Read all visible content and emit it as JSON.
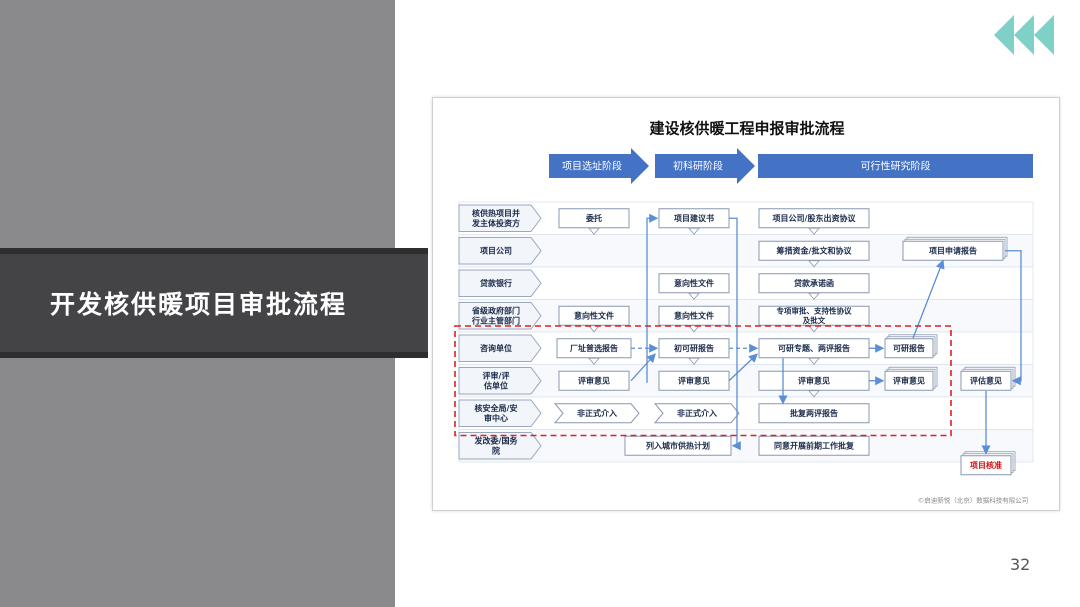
{
  "slide": {
    "title": "开发核供暖项目审批流程",
    "page_number": "32"
  },
  "diagram": {
    "title": "建设核供暖工程申报审批流程",
    "phases": [
      "项目选址阶段",
      "初科研阶段",
      "可行性研究阶段"
    ],
    "rows": [
      "核供热项目并\n发主体投资方",
      "项目公司",
      "贷款银行",
      "省级政府部门\n行业主管部门",
      "咨询单位",
      "评审/评\n估单位",
      "核安全局/安\n审中心",
      "发改委/国务\n院"
    ],
    "boxes": {
      "b1": "委托",
      "b2": "意向性文件",
      "b3": "厂址普选报告",
      "b4": "评审意见",
      "b5": "非正式介入",
      "c1": "项目建议书",
      "c2": "意向性文件",
      "c3": "意向性文件",
      "c4": "初可研报告",
      "c5": "评审意见",
      "c6": "非正式介入",
      "c7": "列入城市供热计划",
      "d1": "项目公司/股东出资协议",
      "d2": "筹措资金/批文和协议",
      "d3": "贷款承诺函",
      "d4": "专项审批、支持性协议\n及批文",
      "d5": "可研专题、两评报告",
      "d6": "评审意见",
      "d7": "批复两评报告",
      "d8": "同意开展前期工作批复",
      "e1": "可研报告",
      "e2": "评审意见",
      "f1": "项目申请报告",
      "f2": "评估意见",
      "f3": "项目核准"
    },
    "watermark": "©启迪新悦（北京）数据科技有限公司"
  },
  "colors": {
    "left_panel": "#8a8a8c",
    "banner": "#444447",
    "phase_blue": "#4472c4",
    "flow_line": "#5b8ed6",
    "dashed_red": "#e02020",
    "row_band": "#e8eef8",
    "chevron": "#7fd0c6"
  },
  "icons": [
    "chevron-left-icon"
  ]
}
